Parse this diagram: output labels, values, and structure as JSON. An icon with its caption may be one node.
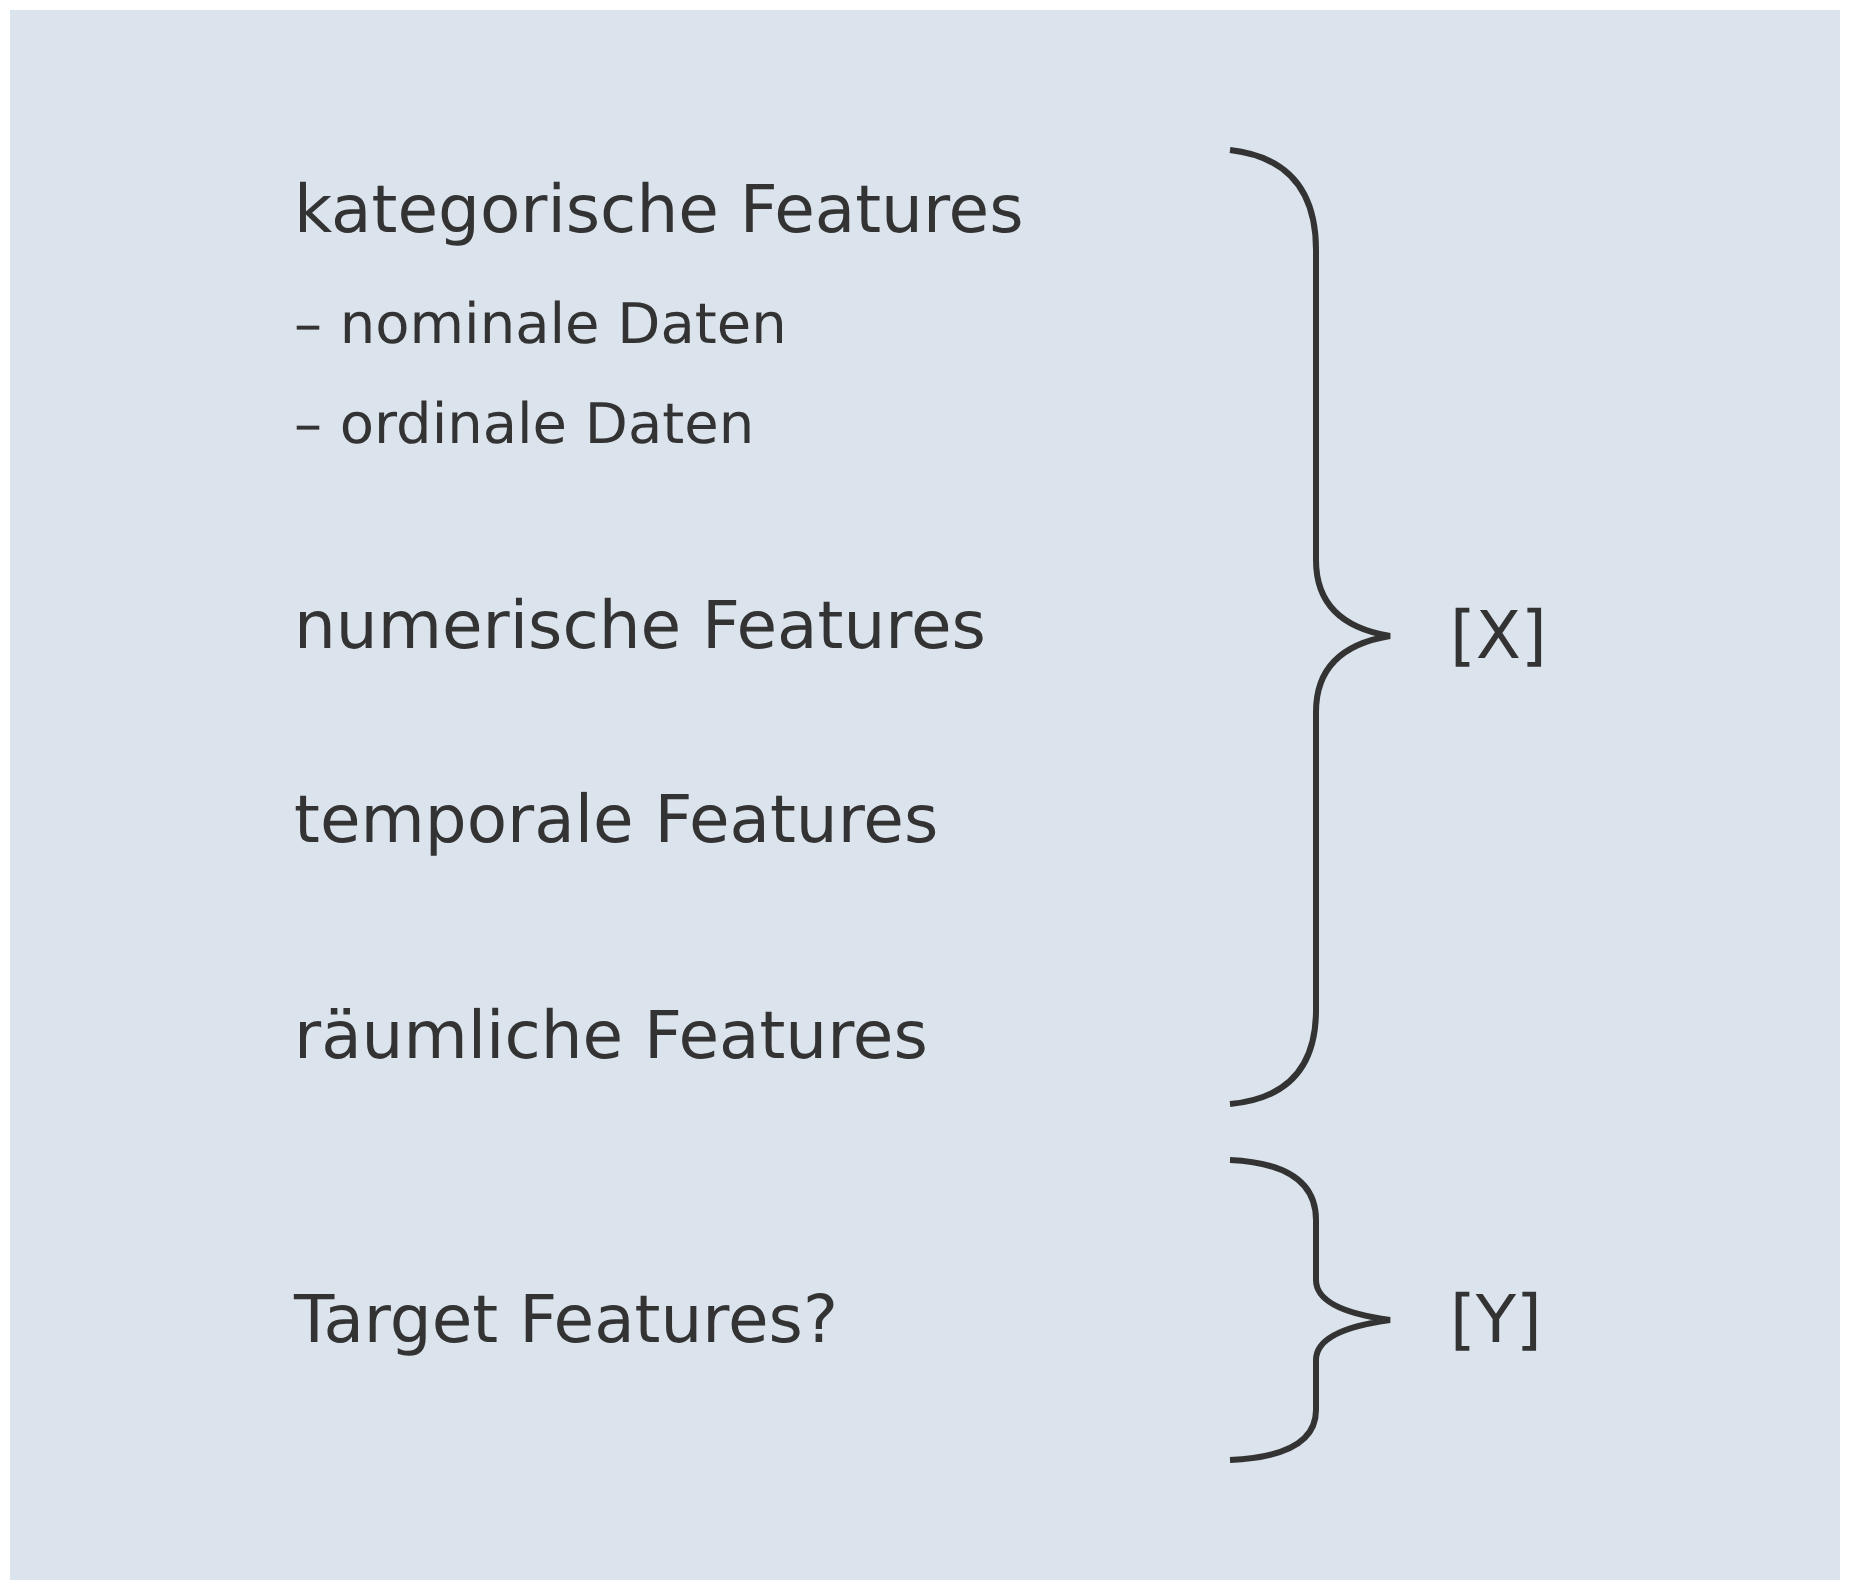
{
  "diagram": {
    "labels": [
      "kategorische Features",
      "– nominale Daten",
      "– ordinale Daten",
      "numerische Features",
      "temporale Features",
      "räumliche Features",
      "[X]",
      "Target Features?",
      "[Y]"
    ]
  }
}
